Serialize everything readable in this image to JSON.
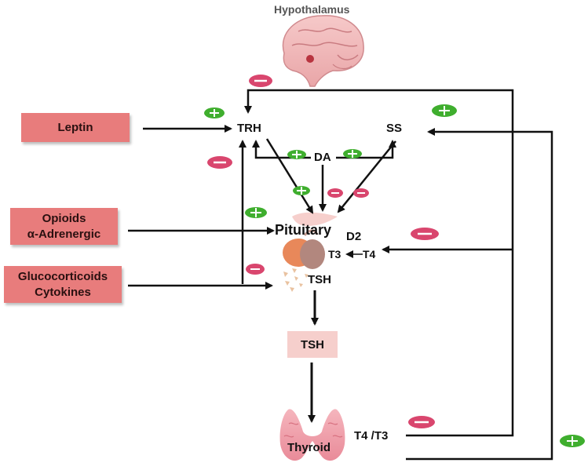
{
  "hypothalamus": "Hypothalamus",
  "nodes": {
    "trh": "TRH",
    "ss": "SS",
    "da": "DA",
    "pituitary": "Pituitary",
    "d2": "D2",
    "t3": "T3",
    "t4": "T4",
    "tsh_pituitary": "TSH",
    "tsh_box": "TSH",
    "thyroid": "Thyroid",
    "t4_t3": "T4 /T3"
  },
  "factors": {
    "leptin": "Leptin",
    "opioids": "Opioids",
    "adrenergic": "α-Adrenergic",
    "glucocorticoids": "Glucocorticoids",
    "cytokines": "Cytokines"
  },
  "colors": {
    "positive": "#3fae2e",
    "negative": "#d9466e",
    "factor_box": "#e87c7c",
    "tsh_box": "#f6cfcc"
  }
}
